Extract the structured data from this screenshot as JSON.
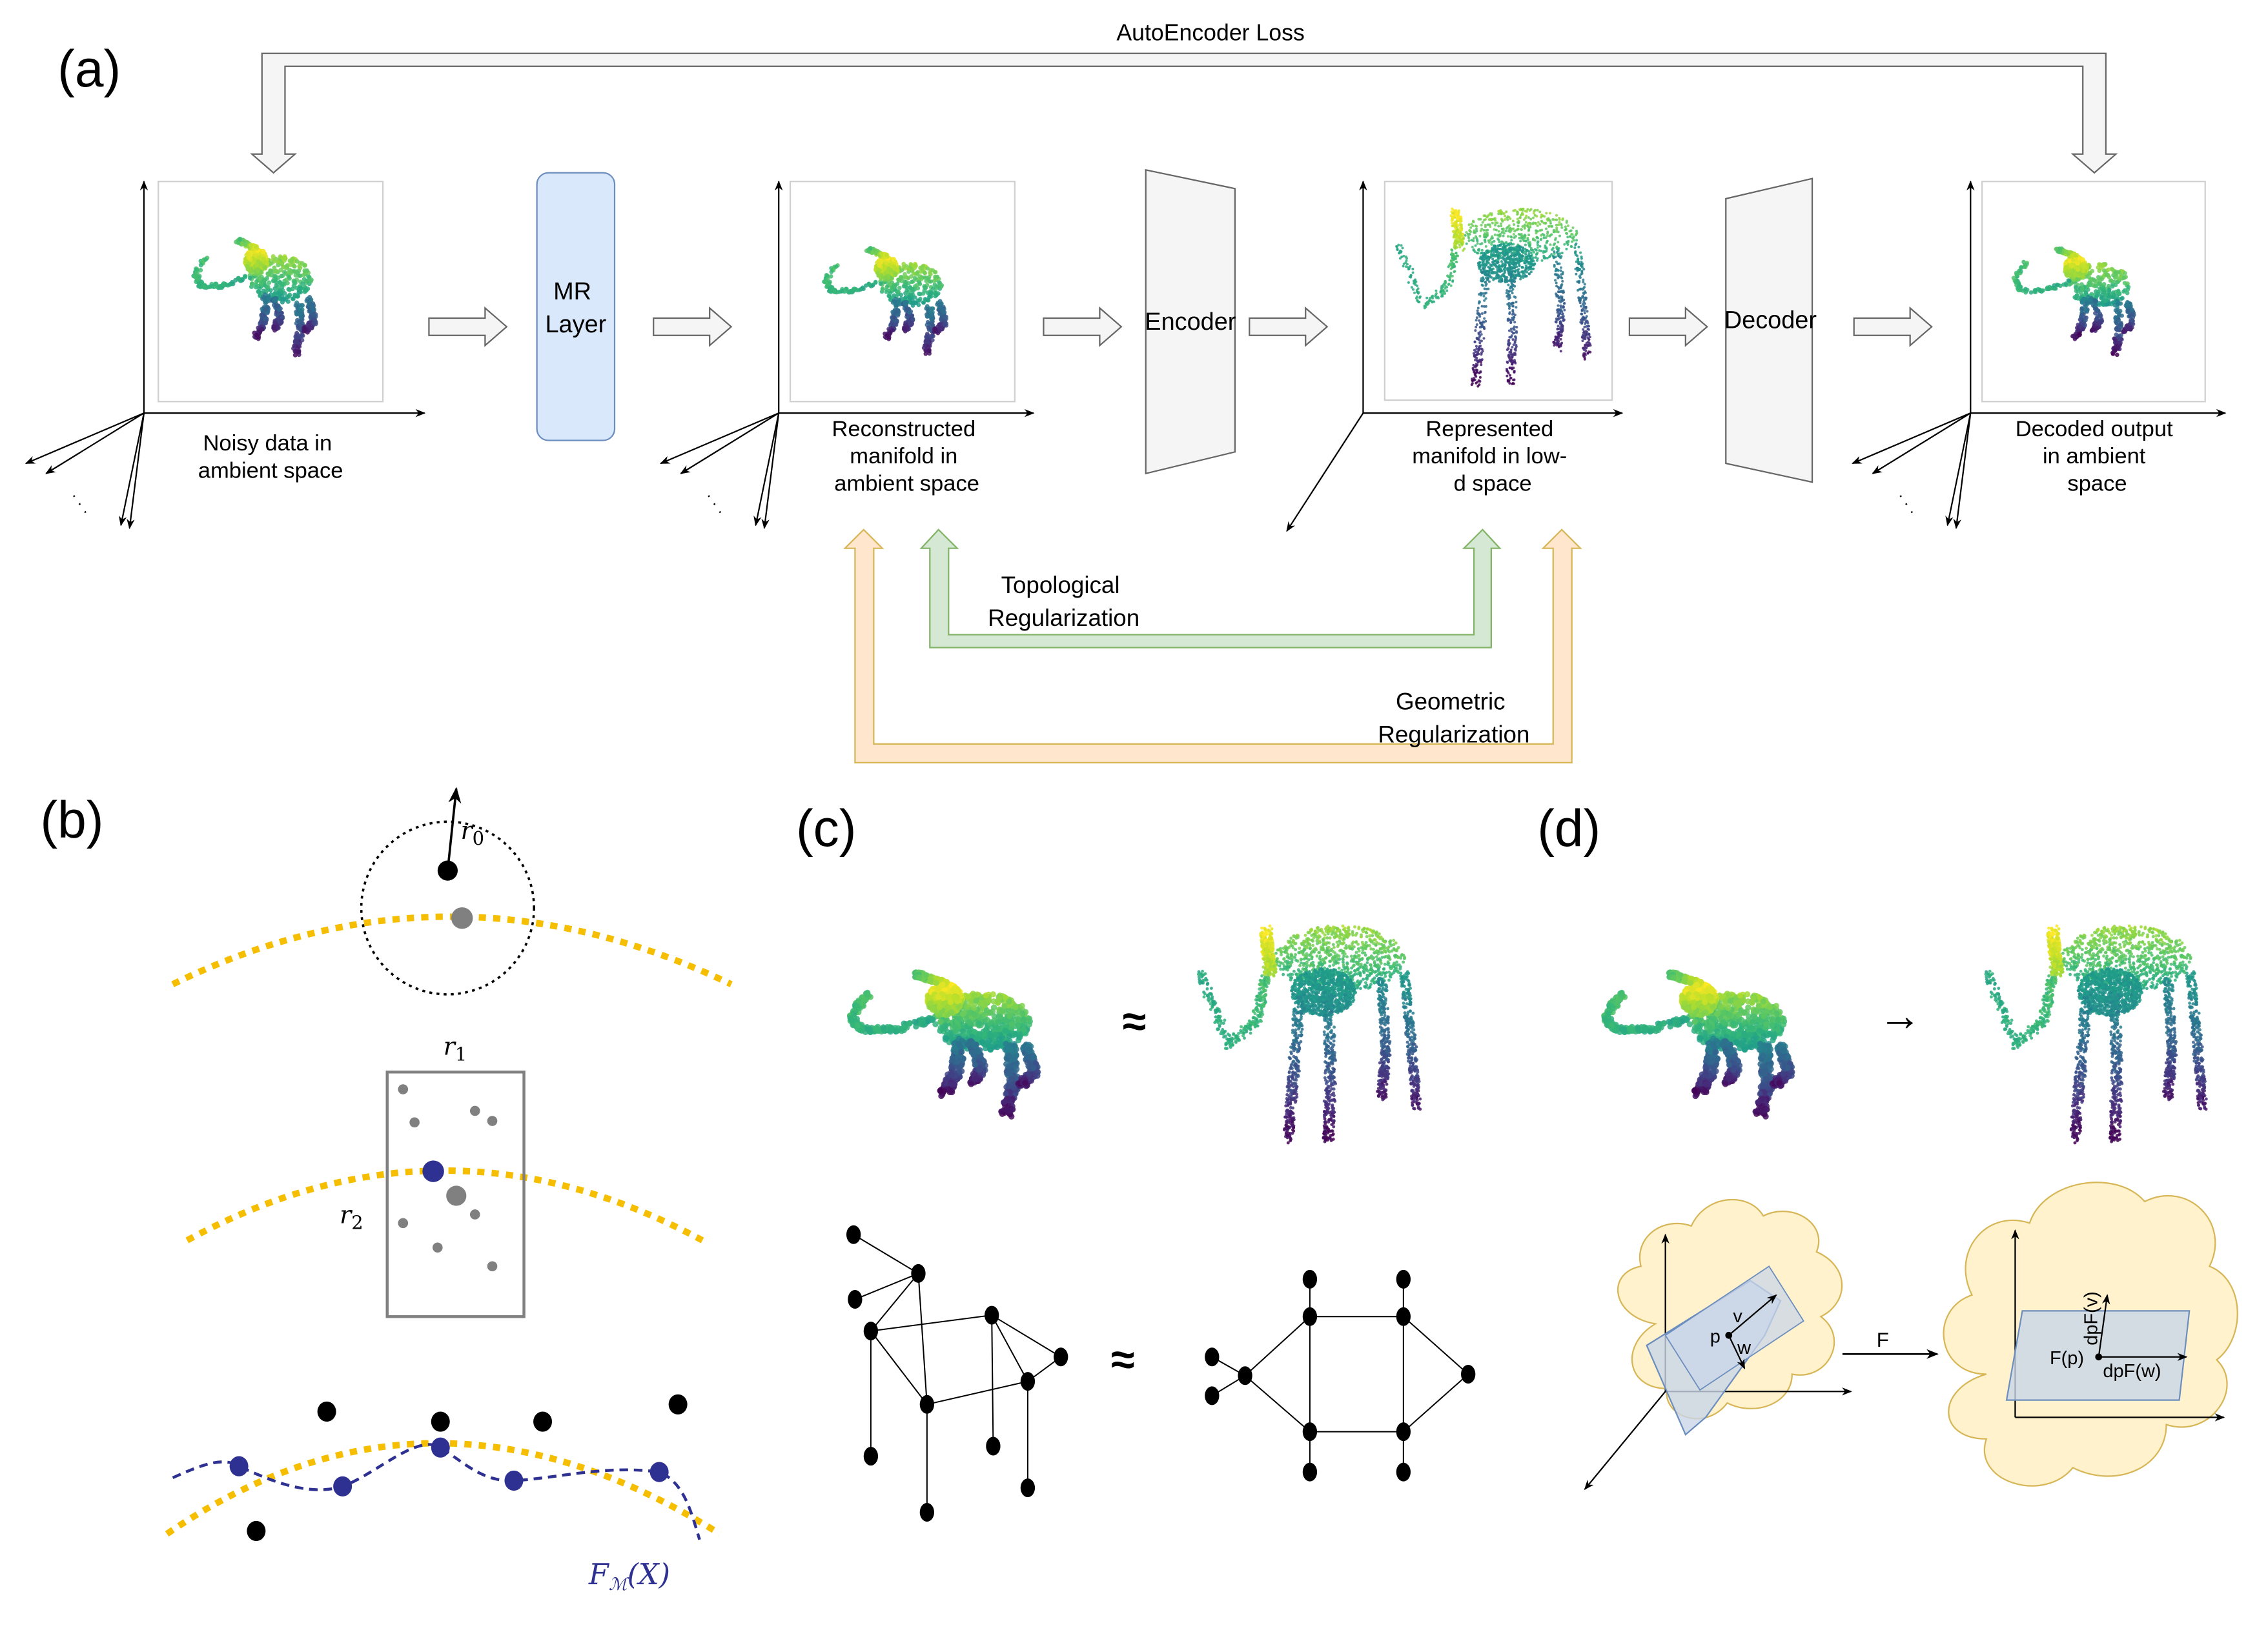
{
  "figure": {
    "panels": {
      "a": "(a)",
      "b": "(b)",
      "c": "(c)",
      "d": "(d)"
    },
    "pipeline": {
      "loss_label": "AutoEncoder Loss",
      "stages": [
        {
          "id": "noisy",
          "caption": [
            "Noisy data in",
            "ambient space"
          ]
        },
        {
          "id": "mr",
          "block_label": [
            "MR",
            "Layer"
          ]
        },
        {
          "id": "reconstructed",
          "caption": [
            "Reconstructed",
            "manifold in",
            "ambient space"
          ]
        },
        {
          "id": "encoder",
          "block_label": [
            "Encoder"
          ]
        },
        {
          "id": "represented",
          "caption": [
            "Represented",
            "manifold in low-",
            "d space"
          ]
        },
        {
          "id": "decoder",
          "block_label": [
            "Decoder"
          ]
        },
        {
          "id": "decoded",
          "caption": [
            "Decoded output",
            "in ambient",
            "space"
          ]
        }
      ],
      "topological_label": [
        "Topological",
        "Regularization"
      ],
      "geometric_label": [
        "Geometric",
        "Regularization"
      ],
      "axis_ellipsis": "· · ·"
    },
    "panel_b": {
      "r0": "r",
      "r0_sub": "0",
      "r1": "r",
      "r1_sub": "1",
      "r2": "r",
      "r2_sub": "2",
      "f_label": "F",
      "f_sub": "ℳ",
      "f_arg": "(X)"
    },
    "panel_c": {
      "approx_top": "≈",
      "approx_bottom": "≈"
    },
    "panel_d": {
      "map_arrow": "→",
      "map_label": "F",
      "p": "p",
      "v": "v",
      "w": "w",
      "fp": "F(p)",
      "dpfv": "dpF(v)",
      "dpfw": "dpF(w)"
    },
    "colors": {
      "mr_fill": "#dae8fc",
      "mr_stroke": "#6c8ebf",
      "block_fill": "#f5f5f5",
      "block_stroke": "#666666",
      "topo_fill": "#d5e8d4",
      "topo_stroke": "#82b366",
      "geo_fill": "#ffe6cc",
      "geo_stroke": "#d6b656",
      "manifold_yellow": "#f6be00",
      "fitted_blue": "#2e3192",
      "cloud_fill": "#fff2cc",
      "cloud_stroke": "#d6b656",
      "plane_fill": "#d0dff2",
      "plane_stroke": "#6c8ebf"
    }
  }
}
